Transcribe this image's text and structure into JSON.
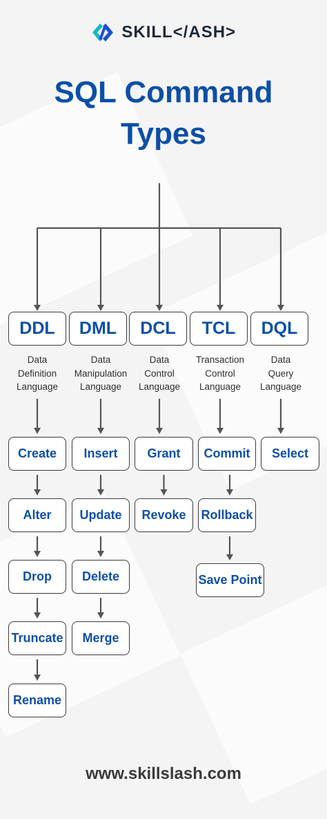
{
  "logo": {
    "brand": "SKILL",
    "brand_mark": "</",
    "brand_end": "ASH>",
    "full": "SKILL</ASH>"
  },
  "title": {
    "line1": "SQL Command",
    "line2": "Types"
  },
  "colors": {
    "accent": "#0d4fa6",
    "line": "#555555",
    "logo_teal": "#14b8c6",
    "logo_blue": "#1d4ed8"
  },
  "categories": [
    {
      "abbr": "DDL",
      "desc": "Data\nDefinition\nLanguage",
      "items": [
        "Create",
        "Alter",
        "Drop",
        "Truncate",
        "Rename"
      ]
    },
    {
      "abbr": "DML",
      "desc": "Data\nManipulation\nLanguage",
      "items": [
        "Insert",
        "Update",
        "Delete",
        "Merge"
      ]
    },
    {
      "abbr": "DCL",
      "desc": "Data\nControl\nLanguage",
      "items": [
        "Grant",
        "Revoke"
      ]
    },
    {
      "abbr": "TCL",
      "desc": "Transaction\nControl\nLanguage",
      "items": [
        "Commit",
        "Rollback",
        "Save Point"
      ]
    },
    {
      "abbr": "DQL",
      "desc": "Data\nQuery\nLanguage",
      "items": [
        "Select"
      ]
    }
  ],
  "footer": "www.skillslash.com"
}
